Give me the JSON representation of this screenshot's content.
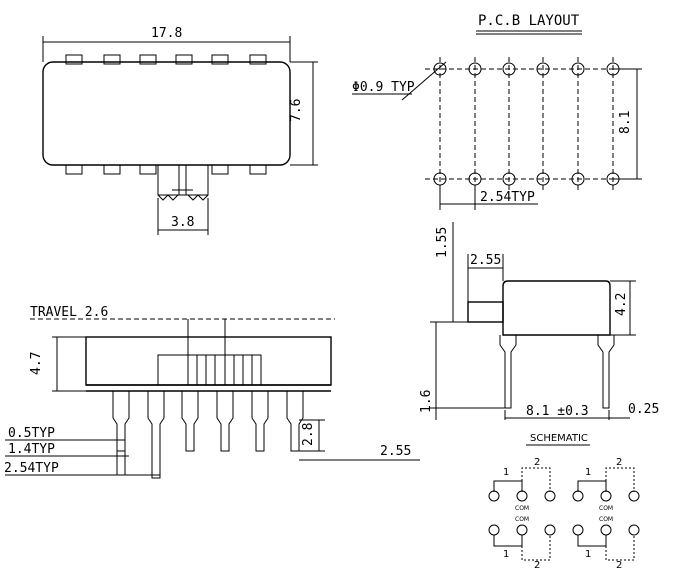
{
  "top_view": {
    "width_dim": "17.8",
    "height_dim": "7.6",
    "actuator_dim": "3.8"
  },
  "pcb_layout": {
    "title": "P.C.B LAYOUT",
    "hole_dim": "Φ0.9 TYP",
    "pitch_dim": "2.54TYP",
    "row_span_dim": "8.1"
  },
  "front_view": {
    "travel_label": "TRAVEL 2.6",
    "height_dim": "4.7",
    "pin_width_dim": "0.5TYP",
    "pin_tab_dim": "1.4TYP",
    "pin_pitch_dim": "2.54TYP",
    "pin_length_dim": "2.8",
    "right_dim": "2.55"
  },
  "side_view": {
    "actuator_height_dim": "1.55",
    "actuator_width_dim": "2.55",
    "body_height_dim": "4.2",
    "lead_length_dim": "1.6",
    "lead_span_dim": "8.1 ±0.3",
    "lead_offset_dim": "0.25"
  },
  "schematic": {
    "title": "SCHEMATIC",
    "terminal_1": "1",
    "terminal_2": "2",
    "com_label": "COM"
  }
}
